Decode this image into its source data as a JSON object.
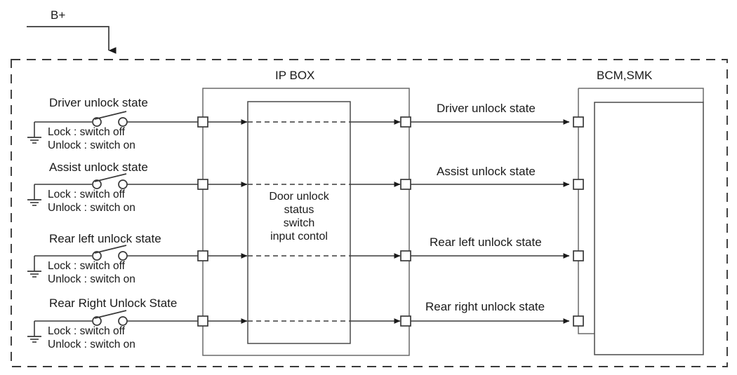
{
  "diagram": {
    "title_supply": "B+",
    "center_block": {
      "title": "IP BOX",
      "inner_text_lines": [
        "Door unlock",
        "status",
        "switch",
        "input contol"
      ]
    },
    "right_block": {
      "title": "BCM,SMK"
    },
    "switch_note_lines": [
      "Lock : switch off",
      "Unlock : switch on"
    ],
    "channels": [
      {
        "input_label": "Driver unlock state",
        "output_label": "Driver unlock state",
        "note_line1": "Lock : switch off",
        "note_line2": "Unlock : switch on"
      },
      {
        "input_label": "Assist unlock state",
        "output_label": "Assist unlock state",
        "note_line1": "Lock : switch off",
        "note_line2": "Unlock : switch on"
      },
      {
        "input_label": "Rear left unlock state",
        "output_label": "Rear left unlock state",
        "note_line1": "Lock : switch off",
        "note_line2": "Unlock : switch on"
      },
      {
        "input_label": "Rear Right Unlock State",
        "output_label": "Rear right unlock state",
        "note_line1": "Lock : switch off",
        "note_line2": "Unlock : switch on"
      }
    ],
    "colors": {
      "line": "#3a3a3a",
      "text": "#1a1a1a",
      "background": "#ffffff"
    }
  }
}
